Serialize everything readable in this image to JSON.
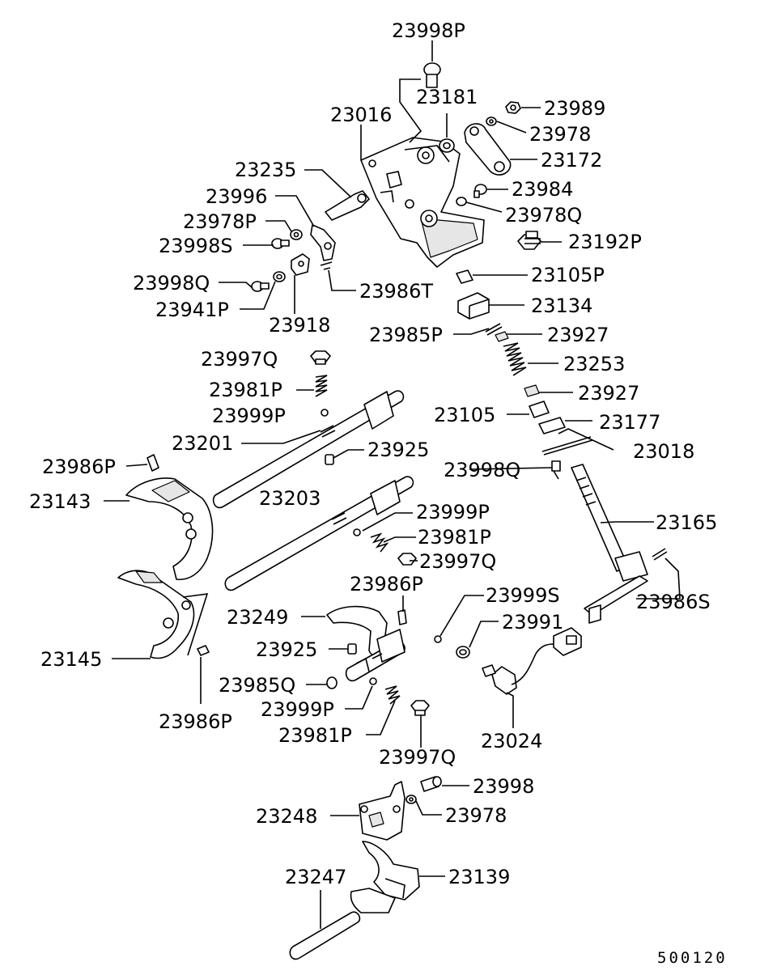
{
  "diagram_code": "500120",
  "labels": {
    "l01": "23998P",
    "l02": "23181",
    "l03": "23989",
    "l04": "23016",
    "l05": "23978",
    "l06": "23172",
    "l07": "23235",
    "l08": "23984",
    "l09": "23996",
    "l10": "23978Q",
    "l11": "23978P",
    "l12": "23192P",
    "l13": "23998S",
    "l14": "23105P",
    "l15": "23998Q",
    "l16": "23986T",
    "l17": "23134",
    "l18": "23941P",
    "l19": "23918",
    "l20": "23985P",
    "l21": "23927",
    "l22": "23997Q",
    "l23": "23253",
    "l24": "23981P",
    "l25": "23927",
    "l26": "23999P",
    "l27": "23105",
    "l28": "23177",
    "l29": "23201",
    "l30": "23925",
    "l31": "23018",
    "l32": "23986P",
    "l33": "23998Q",
    "l34": "23143",
    "l35": "23203",
    "l36": "23999P",
    "l37": "23165",
    "l38": "23981P",
    "l39": "23997Q",
    "l40": "23986P",
    "l41": "23986S",
    "l42": "23999S",
    "l43": "23249",
    "l44": "23991",
    "l45": "23925",
    "l46": "23145",
    "l47": "23985Q",
    "l48": "23999P",
    "l49": "23986P",
    "l50": "23981P",
    "l51": "23024",
    "l52": "23997Q",
    "l53": "23998",
    "l54": "23248",
    "l55": "23978",
    "l56": "23247",
    "l57": "23139"
  }
}
